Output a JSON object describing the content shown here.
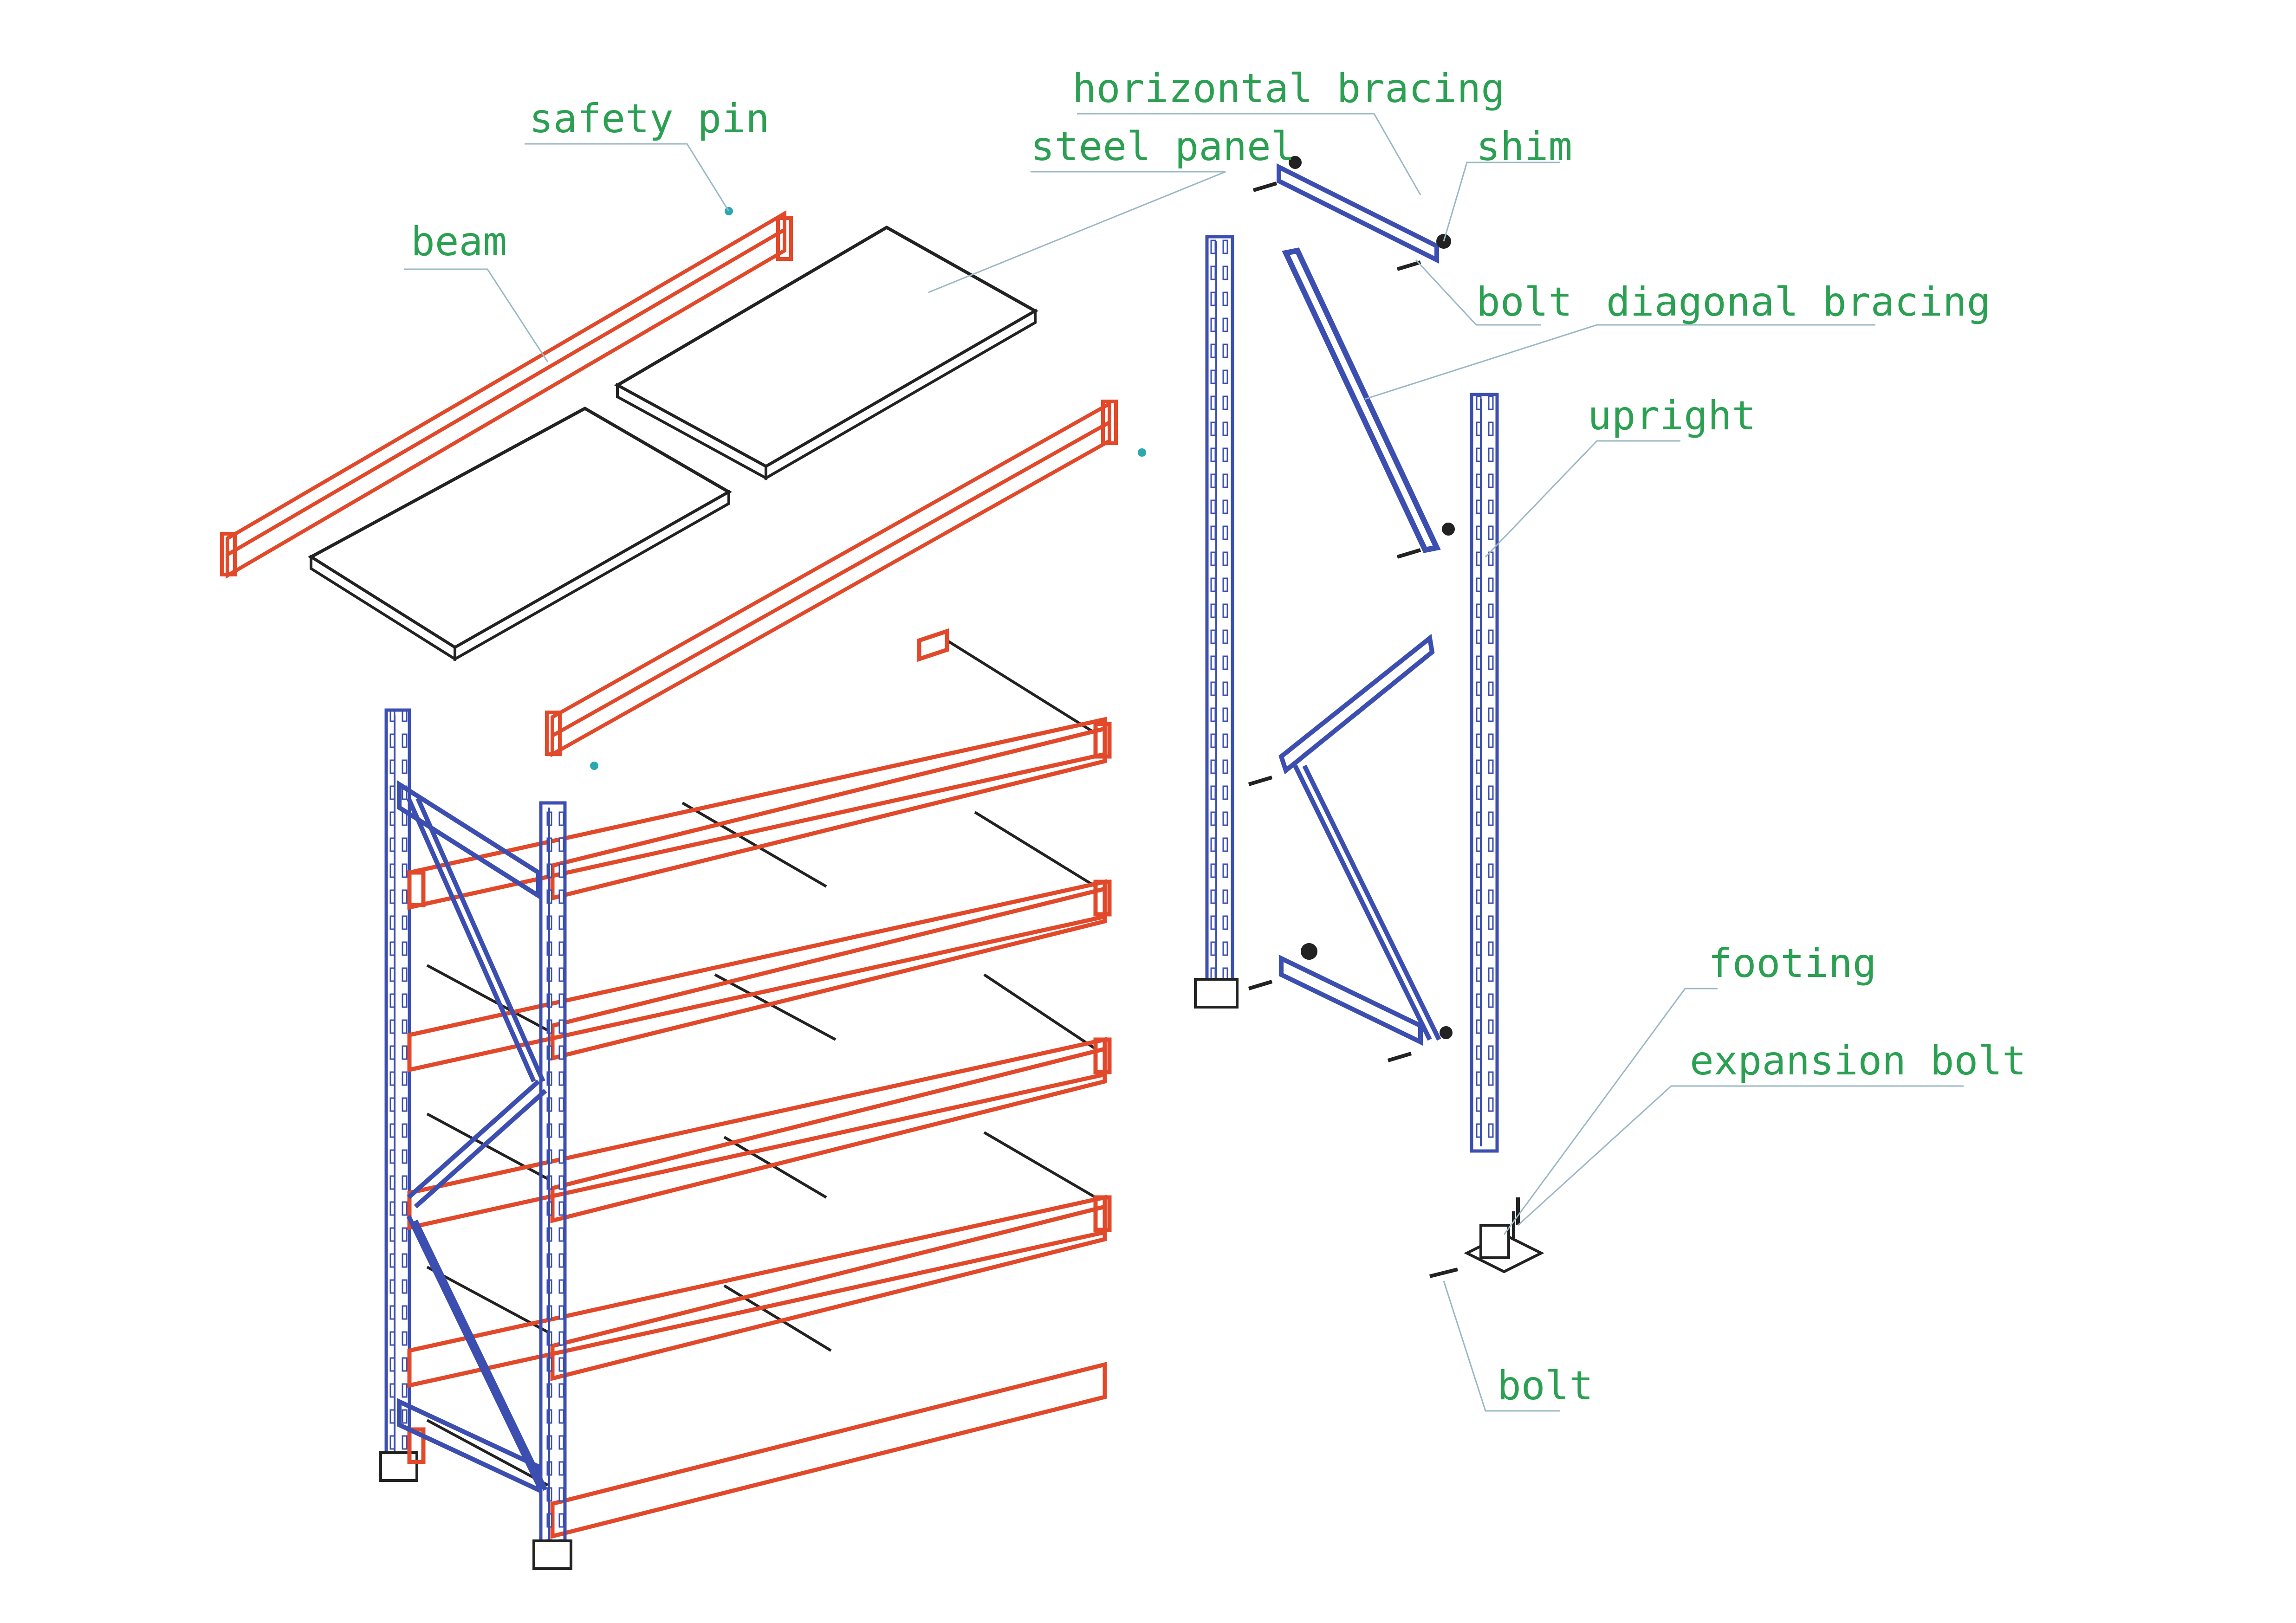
{
  "colors": {
    "beam": "#e2492a",
    "frame": "#3c4fb0",
    "panel": "#222222",
    "label": "#2ca052",
    "leader": "#9ab8c4",
    "hardware": "#222222"
  },
  "labels": {
    "safety_pin": "safety pin",
    "beam": "beam",
    "horizontal_bracing": "horizontal bracing",
    "steel_panel": "steel panel",
    "shim": "shim",
    "bolt_top": "bolt",
    "diagonal_bracing": "diagonal bracing",
    "upright": "upright",
    "footing": "footing",
    "expansion_bolt": "expansion bolt",
    "bolt_bottom": "bolt"
  }
}
